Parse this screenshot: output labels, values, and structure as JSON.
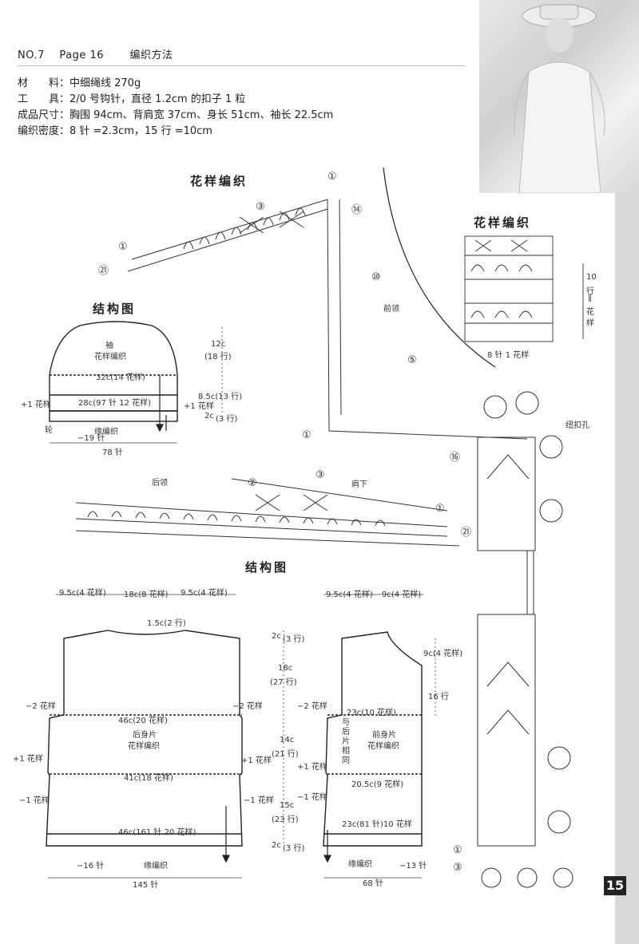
{
  "header": {
    "no": "NO.7",
    "page": "Page 16",
    "title": "编织方法",
    "materials": "材　　料：中细绳线 270g",
    "tools": "工　　具：2/0 号钩针，直径 1.2cm 的扣子 1 粒",
    "size": "成品尺寸：胸围 94cm、背肩宽 37cm、身长 51cm、袖长 22.5cm",
    "gauge": "编织密度：8 针 =2.3cm，15 行 =10cm"
  },
  "sections": {
    "pattern_title_1": "花样编织",
    "pattern_title_2": "花样编织",
    "structure_title_1": "结构图",
    "structure_title_2": "结构图"
  },
  "sleeve": {
    "name": "袖",
    "pattern": "花样编织",
    "w32": "32c(14 花样)",
    "w28": "28c(97 针 12 花样)",
    "plus1": "+1 花样",
    "plus1_r": "+1 花样",
    "edge": "缘编织",
    "dec19": "−19 针",
    "lun": "轮",
    "w78": "78 针",
    "h12": "12c",
    "h12r": "(18 行)",
    "h85": "8.5c(13 行)",
    "h2": "2c",
    "h2r": "(3 行)"
  },
  "swatch": {
    "r10": "10",
    "hang": "行",
    "eq": "‖",
    "hua": "花",
    "yang": "样",
    "rep": "8 针 1 花样"
  },
  "chart_labels": {
    "front_neck": "前领",
    "back_neck": "后领",
    "shoulder": "肩下",
    "buttonhole": "纽扣孔",
    "c1": "①",
    "c3": "③",
    "c14": "⑭",
    "c10": "⑩",
    "c5": "⑤",
    "c16": "⑯",
    "c21": "㉑",
    "c2": "②"
  },
  "back": {
    "t95a": "9.5c(4 花样)",
    "t18": "18c(8 花样)",
    "t95b": "9.5c(4 花样)",
    "neck": "1.5c(2 行)",
    "m2a": "−2 花样",
    "m2b": "−2 花样",
    "w46": "46c(20 花样)",
    "name": "后身片",
    "pattern": "花样编织",
    "p1a": "+1 花样",
    "p1b": "+1 花样",
    "w41": "41c(18 花样)",
    "m1a": "−1 花样",
    "m1b": "−1 花样",
    "w46b": "46c(161 针 20 花样)",
    "dec16": "−16 针",
    "edge": "缘编织",
    "w145": "145 针"
  },
  "heights": {
    "h2": "2c",
    "h2r": "(3 行)",
    "h18": "18c",
    "h18r": "(27 行)",
    "h14": "14c",
    "h14r": "(21 行)",
    "h15": "15c",
    "h15r": "(23 行)",
    "h2b": "2c",
    "h2br": "(3 行)"
  },
  "front": {
    "t95": "9.5c(4 花样)",
    "t9": "9c(4 花样)",
    "h9": "9c(4 花样)",
    "r16": "16 行",
    "m2": "−2 花样",
    "w23": "23c(10 花样)",
    "same": "与后片相同",
    "name": "前身片",
    "pattern": "花样编织",
    "p1": "+1 花样",
    "w205": "20.5c(9 花样)",
    "m1": "−1 花样",
    "w23b": "23c(81 针)10 花样",
    "edge": "缘编织",
    "dec13": "−13 针",
    "w68": "68 针"
  },
  "page_number": "15"
}
